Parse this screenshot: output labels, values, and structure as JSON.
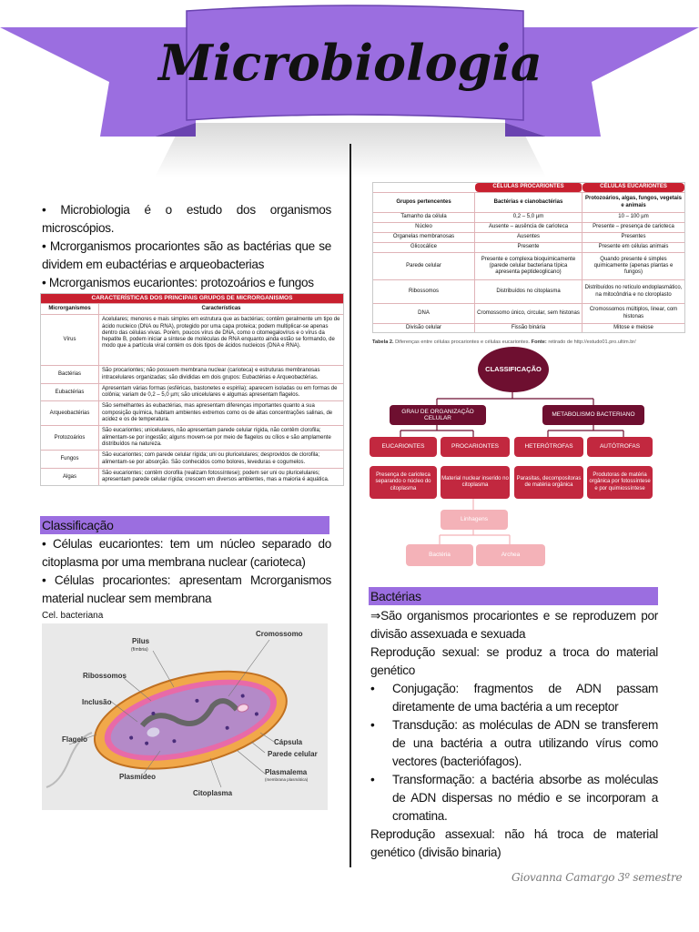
{
  "title": "Microbiologia",
  "intro": {
    "lines": [
      "• Microbiologia é o estudo dos organismos microscópios.",
      "• Mcrorganismos procariontes são as bactérias que se dividem em eubactérias e arqueobacterias",
      "• Mcrorganismos eucariontes: protozoários e fungos"
    ]
  },
  "micro_table": {
    "title": "CARACTERÍSTICAS DOS PRINCIPAIS GRUPOS DE MICRORGANISMOS",
    "headers": [
      "Microrganismos",
      "Características"
    ],
    "rows": [
      {
        "name": "Vírus",
        "desc": "Acelulares; menores e mais simples em estrutura que as bactérias; contêm geralmente um tipo de ácido nucleico (DNA ou RNA), protegido por uma capa proteica; podem multiplicar-se apenas dentro das células vivas. Porém, poucos vírus de DNA, como o citomegalovírus e o vírus da hepatite B, podem iniciar a síntese de moléculas de RNA enquanto ainda estão se formando, de modo que a partícula viral contém os dois tipos de ácidos nucleicos (DNA e RNA)."
      },
      {
        "name": "Bactérias",
        "desc": "São procariontes; não possuem membrana nuclear (carioteca) e estruturas membranosas intracelulares organizadas; são divididas em dois grupos: Eubactérias e Arqueobactérias."
      },
      {
        "name": "Eubactérias",
        "desc": "Apresentam várias formas (esféricas, bastonetes e espirila); aparecem isoladas ou em formas de colônia; variam de 0,2 – 5,0 µm; são unicelulares e algumas apresentam flagelos."
      },
      {
        "name": "Arqueobactérias",
        "desc": "São semelhantes às eubactérias, mas apresentam diferenças importantes quanto a sua composição química, habitam ambientes extremos como os de altas concentrações salinas, de acidez e os de temperatura."
      },
      {
        "name": "Protozoários",
        "desc": "São eucariontes; unicelulares, não apresentam parede celular rígida, não contêm clorofila; alimentam-se por ingestão; alguns movem-se por meio de flagelos ou cílios e são amplamente distribuídos na natureza."
      },
      {
        "name": "Fungos",
        "desc": "São eucariontes; com parede celular rígida; uni ou pluricelulares; desprovidos de clorofila; alimentam-se por absorção. São conhecidos como bolores, leveduras e cogumelos."
      },
      {
        "name": "Algas",
        "desc": "São eucariontes; contêm clorofila (realizam fotossíntese); podem ser uni ou pluricelulares; apresentam parede celular rígida; crescem em diversos ambientes, mas a maioria é aquática."
      }
    ]
  },
  "classificacao": {
    "header": "Classificação",
    "lines": [
      "• Células eucariontes: tem um núcleo separado do citoplasma por uma membrana nuclear (carioteca)",
      "• Células procariontes: apresentam Mcrorganismos material nuclear sem membrana"
    ],
    "caption": "Cel. bacteriana"
  },
  "cell_labels": [
    "Pilus",
    "(fímbria)",
    "Cromossomo",
    "Ribossomos",
    "Inclusão",
    "Flagelo",
    "Cápsula",
    "Parede celular",
    "Plasmalema",
    "(membrana plasmática)",
    "Plasmídeo",
    "Citoplasma"
  ],
  "cell_table": {
    "headers": [
      "CÉLULAS PROCARIONTES",
      "CÉLULAS EUCARIONTES"
    ],
    "rows": [
      [
        "Grupos pertencentes",
        "Bactérias e cianobactérias",
        "Protozoários, algas, fungos, vegetais e animais"
      ],
      [
        "Tamanho da célula",
        "0,2 – 5,0 µm",
        "10 – 100 µm"
      ],
      [
        "Núcleo",
        "Ausente – ausência de carioteca",
        "Presente – presença de carioteca"
      ],
      [
        "Organelas membranosas",
        "Ausentes",
        "Presentes"
      ],
      [
        "Glicocálice",
        "Presente",
        "Presente em células animais"
      ],
      [
        "Parede celular",
        "Presente e complexa bioquimicamente (parede celular bacteriana típica apresenta peptideoglicano)",
        "Quando presente é simples quimicamente (apenas plantas e fungos)"
      ],
      [
        "Ribossomos",
        "Distribuídos no citoplasma",
        "Distribuídos no retículo endoplasmático, na mitocôndria e no cloroplasto"
      ],
      [
        "DNA",
        "Cromossomo único, circular, sem histonas",
        "Cromossomos múltiplos, linear, com histonas"
      ],
      [
        "Divisão celular",
        "Fissão binária",
        "Mitose e meiose"
      ]
    ],
    "caption_label": "Tabela 2.",
    "caption_text": "Diferenças entre células procariontes e células eucariontes.",
    "caption_source_label": "Fonte:",
    "caption_source": "retirado de http://estudo01.pro.ultim.br/"
  },
  "diagram": {
    "root": "CLASSIFICAÇÃO",
    "level1": [
      "GRAU DE ORGANIZAÇÃO CELULAR",
      "METABOLISMO BACTERIANO"
    ],
    "level2": [
      "EUCARIONTES",
      "PROCARIONTES",
      "HETERÓTROFAS",
      "AUTÓTROFAS"
    ],
    "level3": [
      "Presença de carioteca separando o núcleo do citoplasma",
      "Material nuclear inserido no citoplasma",
      "Parasitas, decompositoras de matéria orgânica",
      "Produtoras de matéria orgânica por fotossíntese e por quimiossíntese"
    ],
    "level4": "Linhagens",
    "level5": [
      "Bactéria",
      "Archea"
    ]
  },
  "bacterias": {
    "header": "Bactérias",
    "intro": "⇒São organismos procariontes e se reproduzem por divisão assexuada e sexuada",
    "sexual": "Reprodução sexual: se produz a troca do material genético",
    "bullets": [
      "Conjugação: fragmentos de ADN passam diretamente de uma bactéria a um receptor",
      "Transdução: as moléculas de ADN se transferem de una bactéria a outra utilizando vírus como vectores (bacteriófagos).",
      "Transformação: a bactéria absorbe as moléculas de ADN dispersas no médio e se incorporam a cromatina."
    ],
    "asexual": "Reprodução assexual: não há troca de material genético (divisão binaria)"
  },
  "signature": "Giovanna Camargo 3º semestre",
  "colors": {
    "banner": "#9b6ee0",
    "header": "#9b6ee0",
    "table_red": "#c8202f",
    "diagram_dark": "#6e0f30",
    "diagram_red": "#c2283f",
    "diagram_pink": "#f4b2b8"
  }
}
